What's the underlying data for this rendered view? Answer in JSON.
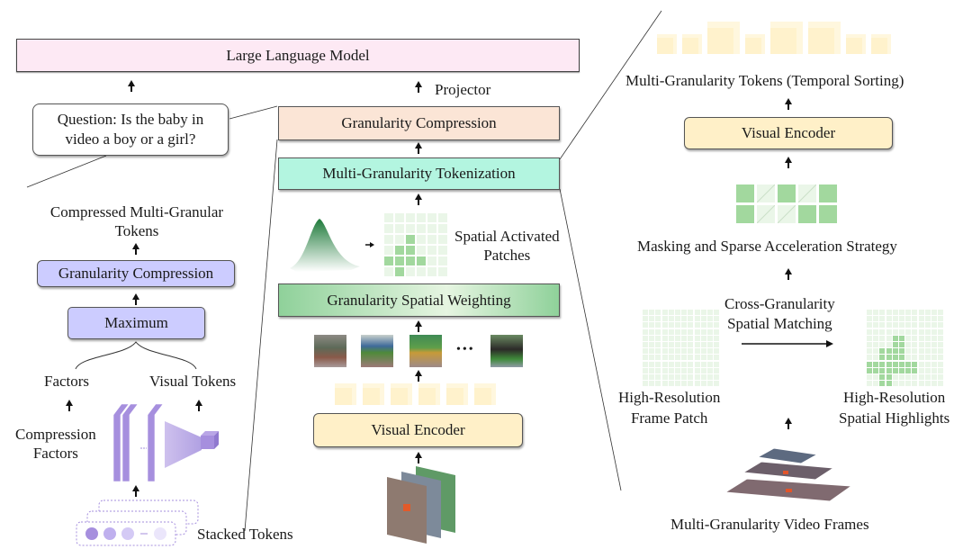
{
  "llm": {
    "label": "Large Language Model"
  },
  "projector": {
    "label": "Projector"
  },
  "question": {
    "line1": "Question: Is the baby in",
    "line2": "video a boy or a girl?"
  },
  "center": {
    "granularity_compression": "Granularity Compression",
    "multi_granularity_tokenization": "Multi-Granularity Tokenization",
    "spatial_activated_patches": {
      "line1": "Spatial Activated",
      "line2": "Patches"
    },
    "granularity_spatial_weighting": "Granularity Spatial Weighting",
    "ellipsis": "•••",
    "visual_encoder": "Visual Encoder"
  },
  "left": {
    "compressed_tokens": {
      "line1": "Compressed Multi-Granular",
      "line2": "Tokens"
    },
    "granularity_compression": "Granularity Compression",
    "maximum": "Maximum",
    "factors": "Factors",
    "visual_tokens": "Visual Tokens",
    "compression_factors": {
      "line1": "Compression",
      "line2": "Factors"
    },
    "stacked_tokens": "Stacked Tokens"
  },
  "right": {
    "tokens_title": "Multi-Granularity Tokens (Temporal Sorting)",
    "visual_encoder": "Visual Encoder",
    "masking": "Masking and Sparse Acceleration Strategy",
    "cross_matching": {
      "line1": "Cross-Granularity",
      "line2": "Spatial Matching"
    },
    "frame_patch": {
      "line1": "High-Resolution",
      "line2": "Frame Patch"
    },
    "spatial_highlights": {
      "line1": "High-Resolution",
      "line2": "Spatial Highlights"
    },
    "video_frames": "Multi-Granularity Video Frames"
  },
  "colors": {
    "llm_fill": "#fde9f4",
    "compression_fill": "#fbe5d6",
    "tokenization_fill": "#b3f5e0",
    "weighting_fill": "#8fd19a",
    "encoder_fill": "#fff0c8",
    "purple_fill": "#ccccff",
    "token_cube": "#fff2cc",
    "patch_active": "#a2d89e",
    "patch_inactive": "#eaf6e8"
  }
}
